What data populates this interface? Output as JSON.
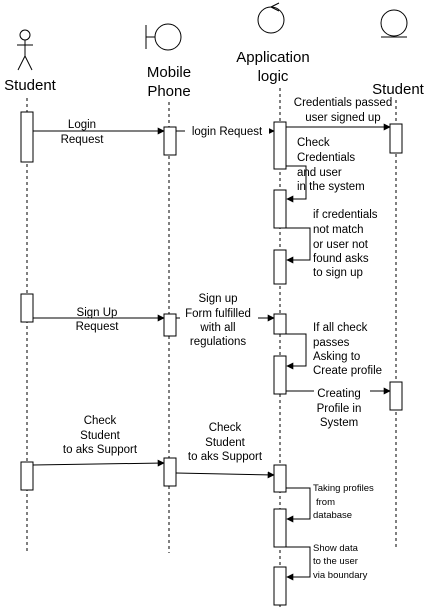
{
  "participants": {
    "student": "Student",
    "mobile_line1": "Mobile",
    "mobile_line2": "Phone",
    "app_line1": "Application",
    "app_line2": "logic",
    "student_entity": "Student"
  },
  "messages": {
    "login_request_1": [
      "Login",
      "Request"
    ],
    "login_request_2": [
      "login Request"
    ],
    "credentials_passed": [
      "Credentials passed",
      "user signed up"
    ],
    "check_credentials": [
      "Check",
      "Credentials",
      "and user",
      "in the system"
    ],
    "if_credentials": [
      "if credentials",
      "not match",
      "or user not",
      "found asks",
      "to sign up"
    ],
    "sign_up_request": [
      "Sign Up",
      "Request"
    ],
    "sign_up_form": [
      "Sign up",
      "Form fulfilled",
      "with all",
      "regulations"
    ],
    "if_all_check": [
      "If all check",
      "passes",
      "Asking to",
      "Create profile"
    ],
    "creating_profile": [
      "Creating",
      "Profile in",
      "System"
    ],
    "check_support_1": [
      "Check",
      "Student",
      "to aks Support"
    ],
    "check_support_2": [
      "Check",
      "Student",
      "to aks Support"
    ],
    "taking_profiles": [
      "Taking profiles",
      "from",
      "database"
    ],
    "show_data": [
      "Show data",
      "to the user",
      "via boundary"
    ]
  }
}
